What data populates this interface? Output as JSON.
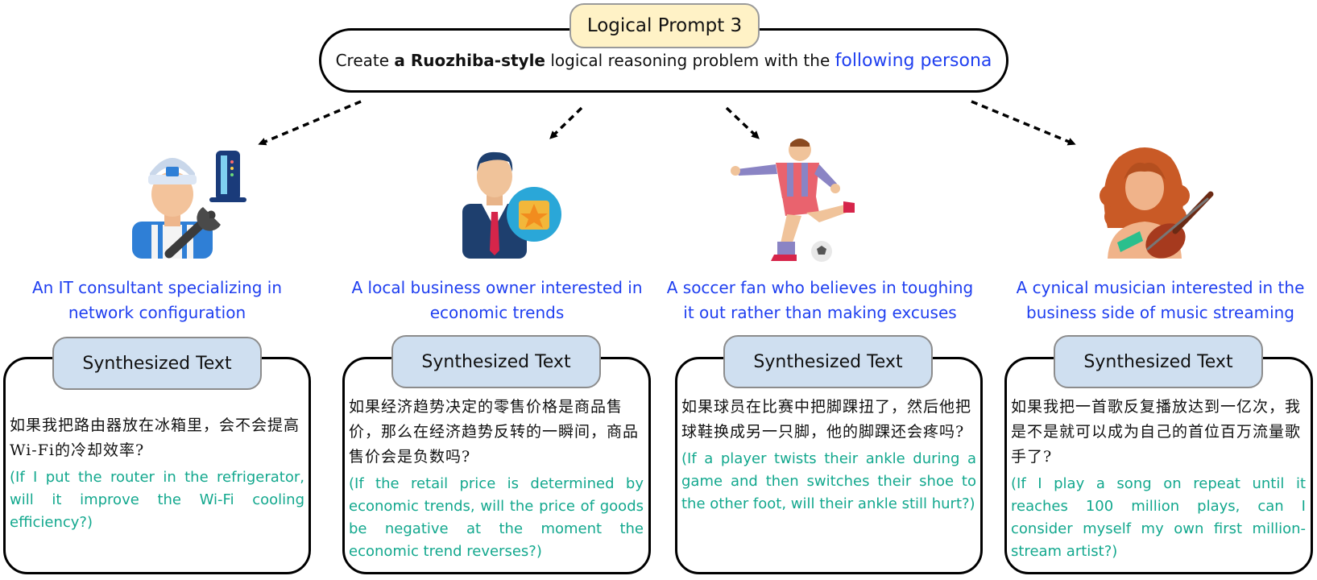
{
  "header": {
    "title": "Logical Prompt 3",
    "prompt_pre": "Create ",
    "prompt_bold": "a Ruozhiba-style",
    "prompt_mid": " logical reasoning problem with the ",
    "prompt_link": "following persona"
  },
  "personas": [
    {
      "icon": "it-technician-icon",
      "persona": "An IT consultant specializing in network configuration",
      "label": "Synthesized Text",
      "zh": "如果我把路由器放在冰箱里，会不会提高Wi-Fi的冷却效率?",
      "en": "(If I put the router in the refrigerator, will it improve the Wi-Fi cooling efficiency?)"
    },
    {
      "icon": "businessman-icon",
      "persona": "A local business owner interested in economic trends",
      "label": "Synthesized Text",
      "zh": "如果经济趋势决定的零售价格是商品售价，那么在经济趋势反转的一瞬间，商品售价会是负数吗?",
      "en": "(If the retail price is determined by economic trends, will the price of goods be negative at the moment the economic trend reverses?)"
    },
    {
      "icon": "soccer-player-icon",
      "persona": "A soccer fan who believes in toughing it out rather than making excuses",
      "label": "Synthesized Text",
      "zh": "如果球员在比赛中把脚踝扭了，然后他把球鞋换成另一只脚，他的脚踝还会疼吗?",
      "en": "(If a player twists their ankle during a game and then switches their shoe to the other foot, will their ankle still hurt?)"
    },
    {
      "icon": "violinist-icon",
      "persona": "A cynical musician interested in the business side of music streaming",
      "label": "Synthesized Text",
      "zh": "如果我把一首歌反复播放达到一亿次，我是不是就可以成为自己的首位百万流量歌手了?",
      "en": "(If I play a song on repeat until it reaches 100 million plays, can I consider myself my own first million-stream artist?)"
    }
  ]
}
